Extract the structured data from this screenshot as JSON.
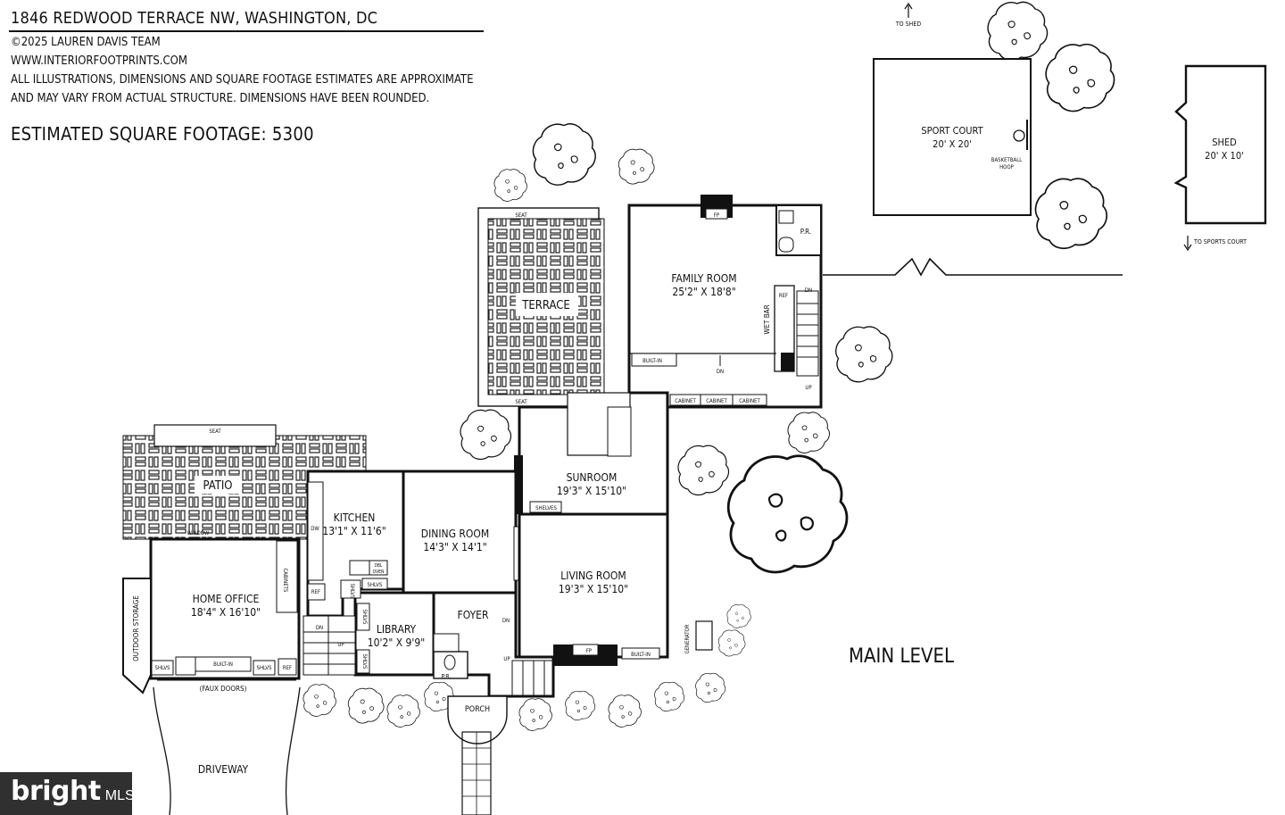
{
  "header": {
    "address": "1846 REDWOOD TERRACE NW, WASHINGTON, DC",
    "copyright": "©2025 LAUREN DAVIS TEAM",
    "website": "WWW.INTERIORFOOTPRINTS.COM",
    "disclaimer_1": "ALL ILLUSTRATIONS, DIMENSIONS AND SQUARE FOOTAGE ESTIMATES ARE APPROXIMATE",
    "disclaimer_2": "AND MAY VARY FROM ACTUAL STRUCTURE. DIMENSIONS HAVE BEEN ROUNDED.",
    "square_footage": "ESTIMATED SQUARE FOOTAGE: 5300"
  },
  "level_label": "MAIN LEVEL",
  "rooms": {
    "family_room": {
      "name": "FAMILY ROOM",
      "dims": "25'2\" X 18'8\""
    },
    "terrace": {
      "name": "TERRACE"
    },
    "sunroom": {
      "name": "SUNROOM",
      "dims": "19'3\" X 15'10\""
    },
    "patio": {
      "name": "PATIO"
    },
    "kitchen": {
      "name": "KITCHEN",
      "dims": "13'1\" X 11'6\""
    },
    "dining_room": {
      "name": "DINING ROOM",
      "dims": "14'3\" X 14'1\""
    },
    "living_room": {
      "name": "LIVING ROOM",
      "dims": "19'3\" X 15'10\""
    },
    "home_office": {
      "name": "HOME OFFICE",
      "dims": "18'4\" X 16'10\""
    },
    "library": {
      "name": "LIBRARY",
      "dims": "10'2\" X 9'9\""
    },
    "foyer": {
      "name": "FOYER"
    },
    "porch": {
      "name": "PORCH"
    },
    "sport_court": {
      "name": "SPORT COURT",
      "dims": "20' X 20'"
    },
    "shed": {
      "name": "SHED",
      "dims": "20' X 10'"
    }
  },
  "labels": {
    "to_shed": "TO SHED",
    "to_sports_court": "TO SPORTS COURT",
    "basketball_1": "BASKETBALL",
    "basketball_2": "HOOP",
    "seat": "SEAT",
    "window_seat_1": "WINDOW",
    "window_seat_2": "SEAT",
    "fp": "FP",
    "pr": "P.R.",
    "dn": "DN",
    "up": "UP",
    "ref": "REF",
    "wet_bar": "WET BAR",
    "built_in": "BUILT-IN",
    "cabinet": "CABINET",
    "cabinets": "CABINETS",
    "shelves": "SHELVES",
    "shlvs": "SHLVS",
    "dw": "DW",
    "dbl_oven_1": "DBL",
    "dbl_oven_2": "OVEN",
    "outdoor_storage": "OUTDOOR STORAGE",
    "faux_doors": "(FAUX DOORS)",
    "driveway": "DRIVEWAY",
    "generator": "GENERATOR"
  },
  "branding": {
    "brand": "bright",
    "tag": "MLS"
  }
}
